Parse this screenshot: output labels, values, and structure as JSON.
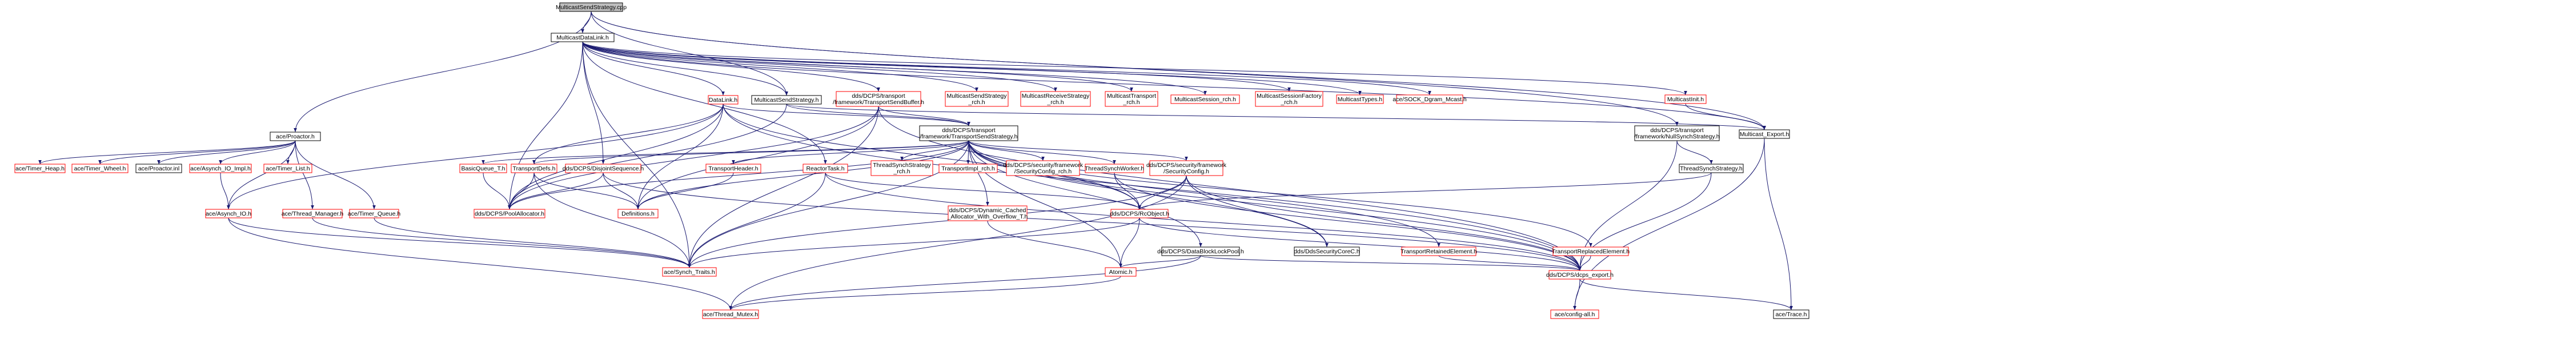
{
  "colors": {
    "root_fill": "#bfbfbf",
    "box_fill": "#ffffff",
    "doc_border": "#000000",
    "missing_border": "#ff0000",
    "text": "#000000",
    "edge": "#191970"
  },
  "nodes": [
    {
      "id": "root",
      "lines": [
        "MulticastSendStrategy.cpp"
      ],
      "kind": "root"
    },
    {
      "id": "mdl",
      "lines": [
        "MulticastDataLink.h"
      ],
      "kind": "doc"
    },
    {
      "id": "reactor",
      "lines": [
        "ace/Proactor.h"
      ],
      "kind": "doc"
    },
    {
      "id": "datalink",
      "lines": [
        "DataLink.h"
      ],
      "kind": "missing"
    },
    {
      "id": "mss",
      "lines": [
        "MulticastSendStrategy.h"
      ],
      "kind": "doc"
    },
    {
      "id": "tsb",
      "lines": [
        "dds/DCPS/transport",
        "/framework/TransportSendBuffer.h"
      ],
      "kind": "missing"
    },
    {
      "id": "msend_rch",
      "lines": [
        "MulticastSendStrategy",
        "_rch.h"
      ],
      "kind": "missing"
    },
    {
      "id": "mrecv_rch",
      "lines": [
        "MulticastReceiveStrategy",
        "_rch.h"
      ],
      "kind": "missing"
    },
    {
      "id": "mtransport_rch",
      "lines": [
        "MulticastTransport",
        "_rch.h"
      ],
      "kind": "missing"
    },
    {
      "id": "msession_rch",
      "lines": [
        "MulticastSession_rch.h"
      ],
      "kind": "missing"
    },
    {
      "id": "msessfact_rch",
      "lines": [
        "MulticastSessionFactory",
        "_rch.h"
      ],
      "kind": "missing"
    },
    {
      "id": "mtypes",
      "lines": [
        "MulticastTypes.h"
      ],
      "kind": "missing"
    },
    {
      "id": "sock_mcast",
      "lines": [
        "ace/SOCK_Dgram_Mcast.h"
      ],
      "kind": "missing"
    },
    {
      "id": "minit",
      "lines": [
        "MulticastInit.h"
      ],
      "kind": "missing"
    },
    {
      "id": "nullsync",
      "lines": [
        "dds/DCPS/transport",
        "/framework/NullSynchStrategy.h"
      ],
      "kind": "doc"
    },
    {
      "id": "mexport",
      "lines": [
        "Multicast_Export.h"
      ],
      "kind": "doc"
    },
    {
      "id": "tss",
      "lines": [
        "dds/DCPS/transport",
        "/framework/TransportSendStrategy.h"
      ],
      "kind": "doc"
    },
    {
      "id": "timer_heap",
      "lines": [
        "ace/Timer_Heap.h"
      ],
      "kind": "missing"
    },
    {
      "id": "timer_wheel",
      "lines": [
        "ace/Timer_Wheel.h"
      ],
      "kind": "missing"
    },
    {
      "id": "proactor_inl",
      "lines": [
        "ace/Proactor.inl"
      ],
      "kind": "doc"
    },
    {
      "id": "asynch_io_impl",
      "lines": [
        "ace/Asynch_IO_Impl.h"
      ],
      "kind": "missing"
    },
    {
      "id": "timer_list",
      "lines": [
        "ace/Timer_List.h"
      ],
      "kind": "missing"
    },
    {
      "id": "basicqueue",
      "lines": [
        "BasicQueue_T.h"
      ],
      "kind": "missing"
    },
    {
      "id": "tdefs",
      "lines": [
        "TransportDefs.h"
      ],
      "kind": "missing"
    },
    {
      "id": "dispseq",
      "lines": [
        "dds/DCPS/DisjointSequence.h"
      ],
      "kind": "missing"
    },
    {
      "id": "theader",
      "lines": [
        "TransportHeader.h"
      ],
      "kind": "missing"
    },
    {
      "id": "reactortask",
      "lines": [
        "ReactorTask.h"
      ],
      "kind": "missing"
    },
    {
      "id": "tss_rch",
      "lines": [
        "ThreadSynchStrategy",
        "_rch.h"
      ],
      "kind": "missing"
    },
    {
      "id": "timpl_rch",
      "lines": [
        "TransportImpl_rch.h"
      ],
      "kind": "missing"
    },
    {
      "id": "seccfg_rch",
      "lines": [
        "dds/DCPS/security/framework",
        "/SecurityConfig_rch.h"
      ],
      "kind": "missing"
    },
    {
      "id": "tworker",
      "lines": [
        "ThreadSynchWorker.h"
      ],
      "kind": "missing"
    },
    {
      "id": "seccfg",
      "lines": [
        "dds/DCPS/security/framework",
        "/SecurityConfig.h"
      ],
      "kind": "missing"
    },
    {
      "id": "threadsync",
      "lines": [
        "ThreadSynchStrategy.h"
      ],
      "kind": "doc"
    },
    {
      "id": "asynch_io",
      "lines": [
        "ace/Asynch_IO.h"
      ],
      "kind": "missing"
    },
    {
      "id": "thread_mgr",
      "lines": [
        "ace/Thread_Manager.h"
      ],
      "kind": "missing"
    },
    {
      "id": "timer_queue",
      "lines": [
        "ace/Timer_Queue.h"
      ],
      "kind": "missing"
    },
    {
      "id": "poolalloc",
      "lines": [
        "dds/DCPS/PoolAllocator.h"
      ],
      "kind": "missing"
    },
    {
      "id": "definitions",
      "lines": [
        "Definitions.h"
      ],
      "kind": "missing"
    },
    {
      "id": "dyncache",
      "lines": [
        "dds/DCPS/Dynamic_Cached",
        "_Allocator_With_Overflow_T.h"
      ],
      "kind": "missing"
    },
    {
      "id": "rcobject",
      "lines": [
        "dds/DCPS/RcObject.h"
      ],
      "kind": "missing"
    },
    {
      "id": "dblockpool",
      "lines": [
        "dds/DCPS/DataBlockLockPool.h"
      ],
      "kind": "doc"
    },
    {
      "id": "ddscore",
      "lines": [
        "dds/DdsSecurityCoreC.h"
      ],
      "kind": "doc"
    },
    {
      "id": "tretained",
      "lines": [
        "TransportRetainedElement.h"
      ],
      "kind": "missing"
    },
    {
      "id": "treplaced",
      "lines": [
        "TransportReplacedElement.h"
      ],
      "kind": "missing"
    },
    {
      "id": "synch_traits",
      "lines": [
        "ace/Synch_Traits.h"
      ],
      "kind": "missing"
    },
    {
      "id": "atomic",
      "lines": [
        "Atomic.h"
      ],
      "kind": "missing"
    },
    {
      "id": "dcps_export",
      "lines": [
        "dds/DCPS/dcps_export.h"
      ],
      "kind": "missing"
    },
    {
      "id": "thread_mutex",
      "lines": [
        "ace/Thread_Mutex.h"
      ],
      "kind": "missing"
    },
    {
      "id": "config_all",
      "lines": [
        "ace/config-all.h"
      ],
      "kind": "missing"
    },
    {
      "id": "ace_trace",
      "lines": [
        "ace/Trace.h"
      ],
      "kind": "doc"
    }
  ],
  "edges": [
    [
      "root",
      "mdl"
    ],
    [
      "root",
      "reactor"
    ],
    [
      "root",
      "mss"
    ],
    [
      "root",
      "nullsync"
    ],
    [
      "root",
      "mexport"
    ],
    [
      "mdl",
      "datalink"
    ],
    [
      "mdl",
      "mss"
    ],
    [
      "mdl",
      "tsb"
    ],
    [
      "mdl",
      "msend_rch"
    ],
    [
      "mdl",
      "mrecv_rch"
    ],
    [
      "mdl",
      "mtransport_rch"
    ],
    [
      "mdl",
      "msession_rch"
    ],
    [
      "mdl",
      "msessfact_rch"
    ],
    [
      "mdl",
      "mtypes"
    ],
    [
      "mdl",
      "sock_mcast"
    ],
    [
      "mdl",
      "minit"
    ],
    [
      "mdl",
      "mexport"
    ],
    [
      "mdl",
      "reactortask"
    ],
    [
      "mdl",
      "dispseq"
    ],
    [
      "mdl",
      "synch_traits"
    ],
    [
      "mdl",
      "poolalloc"
    ],
    [
      "reactor",
      "timer_heap"
    ],
    [
      "reactor",
      "timer_wheel"
    ],
    [
      "reactor",
      "proactor_inl"
    ],
    [
      "reactor",
      "asynch_io_impl"
    ],
    [
      "reactor",
      "timer_list"
    ],
    [
      "reactor",
      "asynch_io"
    ],
    [
      "reactor",
      "thread_mgr"
    ],
    [
      "reactor",
      "timer_queue"
    ],
    [
      "datalink",
      "tss"
    ],
    [
      "datalink",
      "tdefs"
    ],
    [
      "datalink",
      "rcobject"
    ],
    [
      "datalink",
      "poolalloc"
    ],
    [
      "datalink",
      "definitions"
    ],
    [
      "datalink",
      "asynch_io"
    ],
    [
      "datalink",
      "dcps_export"
    ],
    [
      "mss",
      "tss"
    ],
    [
      "mss",
      "mexport"
    ],
    [
      "mss",
      "poolalloc"
    ],
    [
      "tsb",
      "tss"
    ],
    [
      "tsb",
      "definitions"
    ],
    [
      "tsb",
      "synch_traits"
    ],
    [
      "tsb",
      "poolalloc"
    ],
    [
      "tsb",
      "dcps_export"
    ],
    [
      "minit",
      "mexport"
    ],
    [
      "nullsync",
      "threadsync"
    ],
    [
      "nullsync",
      "dcps_export"
    ],
    [
      "mexport",
      "ace_trace"
    ],
    [
      "mexport",
      "config_all"
    ],
    [
      "tss",
      "basicqueue"
    ],
    [
      "tss",
      "tdefs"
    ],
    [
      "tss",
      "theader"
    ],
    [
      "tss",
      "tss_rch"
    ],
    [
      "tss",
      "timpl_rch"
    ],
    [
      "tss",
      "seccfg_rch"
    ],
    [
      "tss",
      "tworker"
    ],
    [
      "tss",
      "seccfg"
    ],
    [
      "tss",
      "dyncache"
    ],
    [
      "tss",
      "rcobject"
    ],
    [
      "tss",
      "dblockpool"
    ],
    [
      "tss",
      "ddscore"
    ],
    [
      "tss",
      "tretained"
    ],
    [
      "tss",
      "treplaced"
    ],
    [
      "tss",
      "dcps_export"
    ],
    [
      "tss",
      "definitions"
    ],
    [
      "tss",
      "poolalloc"
    ],
    [
      "tss",
      "synch_traits"
    ],
    [
      "tss",
      "atomic"
    ],
    [
      "basicqueue",
      "poolalloc"
    ],
    [
      "tdefs",
      "definitions"
    ],
    [
      "tdefs",
      "synch_traits"
    ],
    [
      "tdefs",
      "poolalloc"
    ],
    [
      "dispseq",
      "definitions"
    ],
    [
      "dispseq",
      "poolalloc"
    ],
    [
      "dispseq",
      "dcps_export"
    ],
    [
      "theader",
      "definitions"
    ],
    [
      "reactortask",
      "rcobject"
    ],
    [
      "reactortask",
      "synch_traits"
    ],
    [
      "reactortask",
      "dcps_export"
    ],
    [
      "tworker",
      "rcobject"
    ],
    [
      "tworker",
      "dcps_export"
    ],
    [
      "seccfg",
      "ddscore"
    ],
    [
      "seccfg",
      "rcobject"
    ],
    [
      "seccfg",
      "dcps_export"
    ],
    [
      "seccfg",
      "synch_traits"
    ],
    [
      "seccfg",
      "thread_mutex"
    ],
    [
      "threadsync",
      "rcobject"
    ],
    [
      "threadsync",
      "dcps_export"
    ],
    [
      "asynch_io_impl",
      "asynch_io"
    ],
    [
      "asynch_io",
      "synch_traits"
    ],
    [
      "asynch_io",
      "thread_mutex"
    ],
    [
      "thread_mgr",
      "synch_traits"
    ],
    [
      "timer_queue",
      "synch_traits"
    ],
    [
      "dyncache",
      "atomic"
    ],
    [
      "rcobject",
      "atomic"
    ],
    [
      "rcobject",
      "synch_traits"
    ],
    [
      "rcobject",
      "dcps_export"
    ],
    [
      "dblockpool",
      "atomic"
    ],
    [
      "dblockpool",
      "dcps_export"
    ],
    [
      "dblockpool",
      "thread_mutex"
    ],
    [
      "tretained",
      "dcps_export"
    ],
    [
      "treplaced",
      "dcps_export"
    ],
    [
      "atomic",
      "thread_mutex"
    ],
    [
      "dcps_export",
      "config_all"
    ],
    [
      "dcps_export",
      "ace_trace"
    ]
  ]
}
